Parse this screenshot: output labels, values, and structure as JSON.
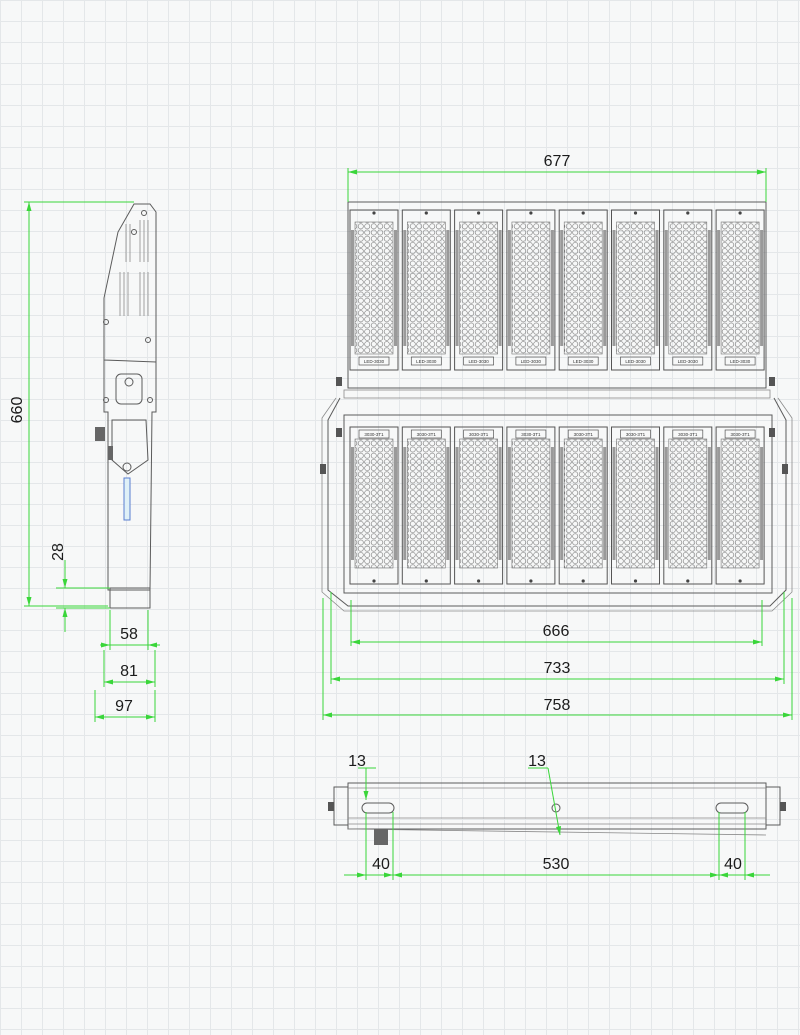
{
  "drawing": {
    "dimensions": {
      "front_top_width": "677",
      "front_led_width": "666",
      "front_bracket_width": "733",
      "front_overall_width": "758",
      "side_height": "660",
      "side_bracket_offset": "28",
      "side_depth_body": "58",
      "side_depth_mid": "81",
      "side_depth_overall": "97",
      "bottom_bolt_left": "13",
      "bottom_bolt_center": "13",
      "bottom_slot_left": "40",
      "bottom_slot_spacing": "530",
      "bottom_slot_right": "40"
    },
    "module_labels": {
      "top_row": "LED-3030",
      "bottom_row": "3030-3T1"
    },
    "colors": {
      "dimension_lines": "#3ad63a",
      "outline": "#5b5b5b",
      "grid": "#e4e7e9"
    }
  }
}
